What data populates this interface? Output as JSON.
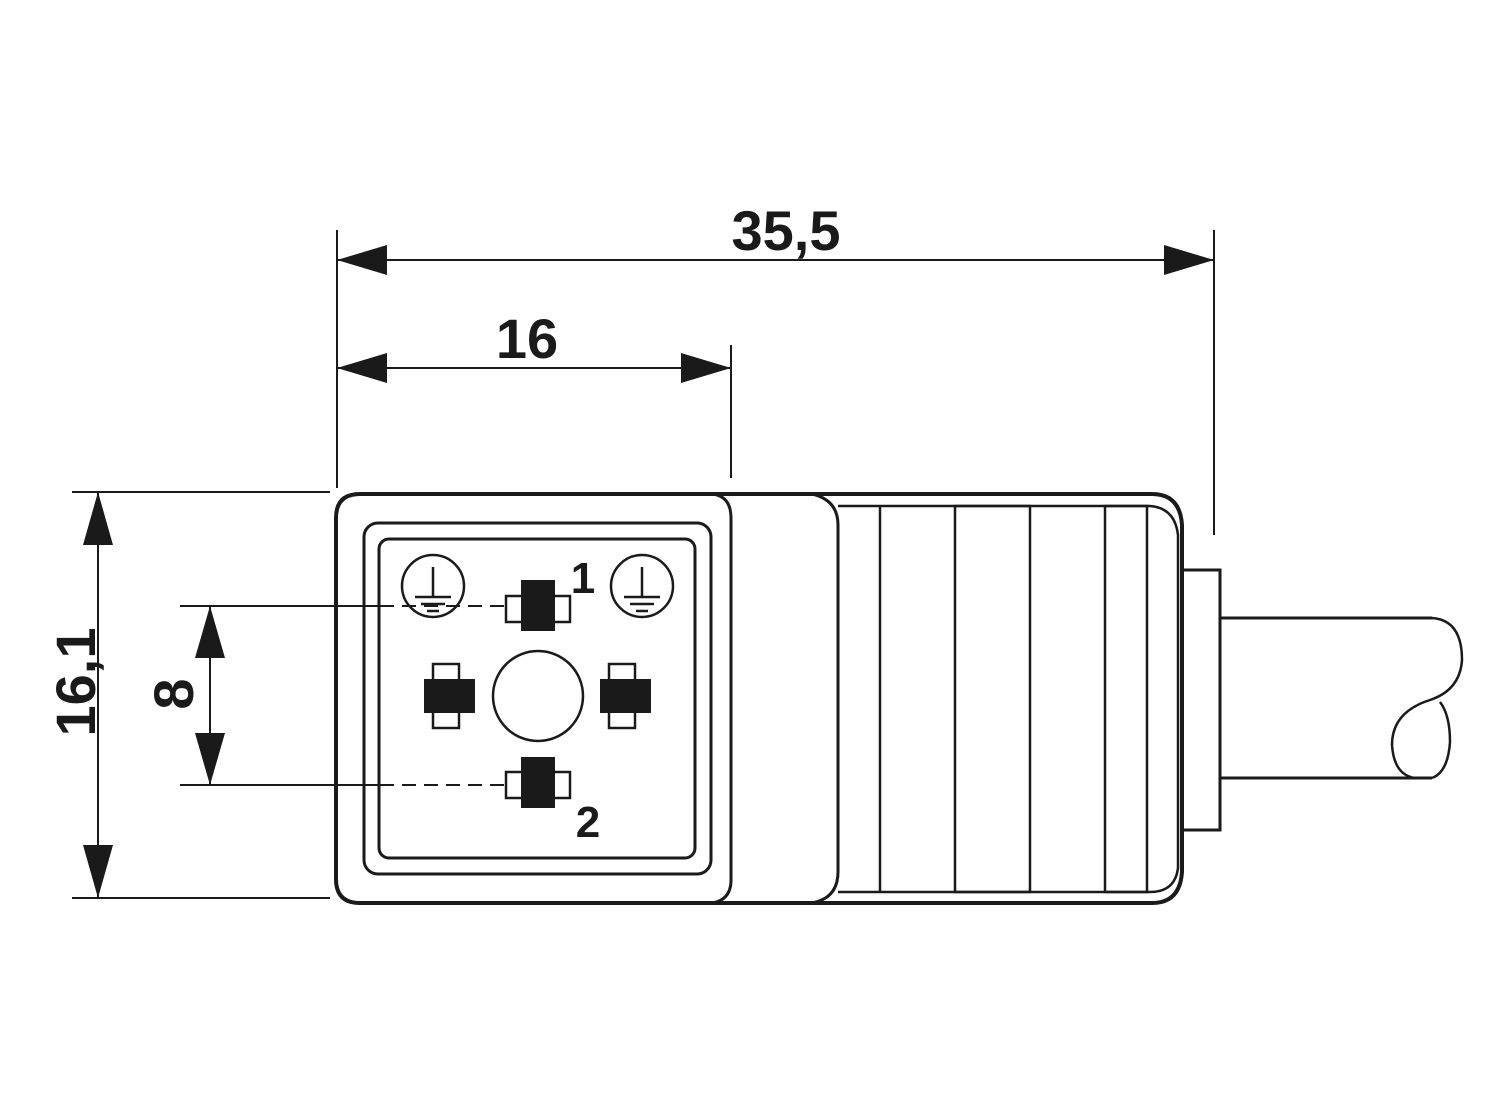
{
  "dimensions": {
    "overall_length": "35,5",
    "head_width": "16",
    "head_height": "16,1",
    "pin_spacing": "8"
  },
  "pins": {
    "pin1": "1",
    "pin2": "2"
  },
  "colors": {
    "line": "#1a1a1a",
    "background": "#ffffff"
  }
}
